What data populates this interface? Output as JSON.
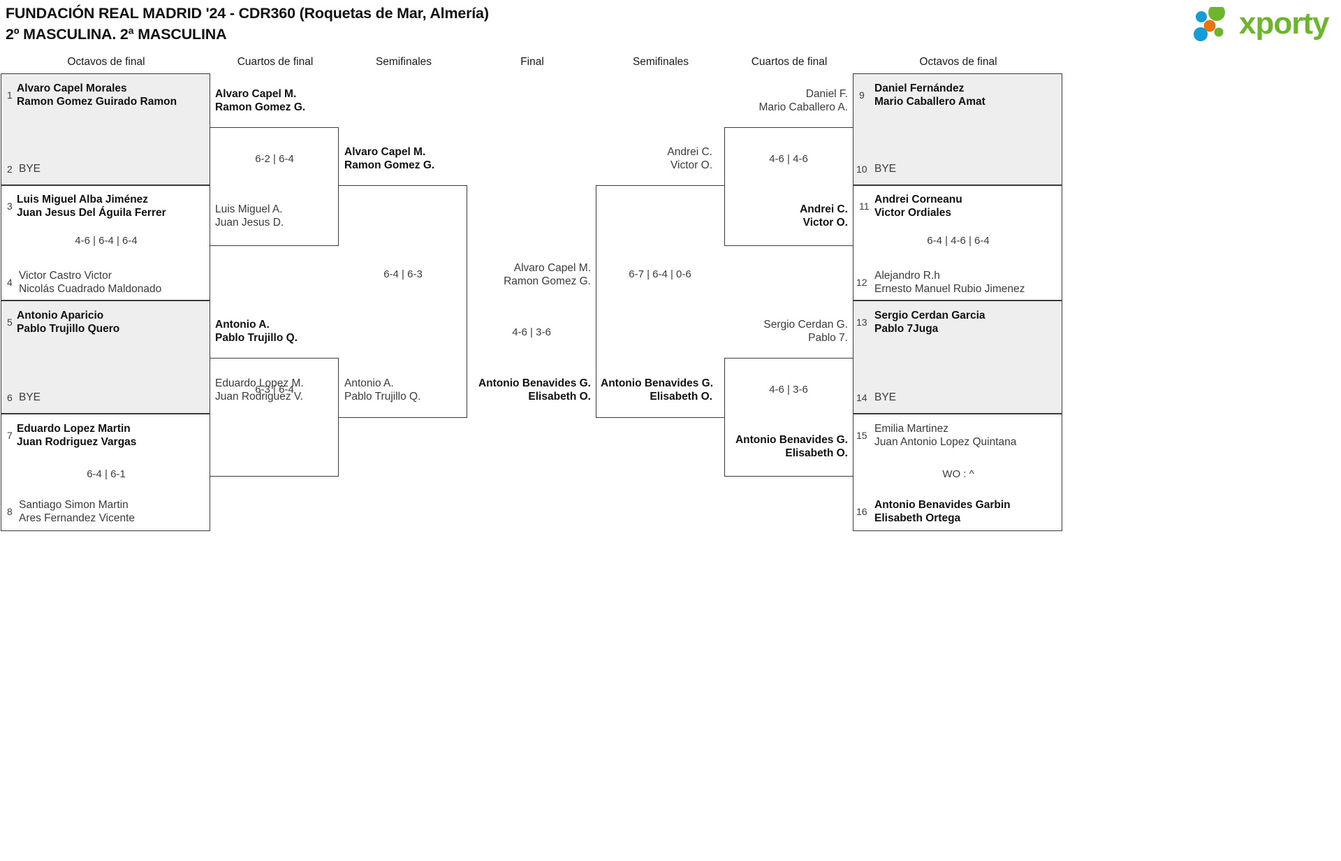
{
  "header": {
    "title_line1": "FUNDACIÓN REAL MADRID '24 - CDR360 (Roquetas de Mar, Almería)",
    "title_line2": "2º MASCULINA. 2ª MASCULINA",
    "logo_text": "xporty",
    "logo_colors": {
      "green": "#6cb52d",
      "blue": "#169bd7",
      "orange": "#e8750f"
    }
  },
  "round_headers": {
    "left_r16": "Octavos de final",
    "left_qf": "Cuartos de final",
    "left_sf": "Semifinales",
    "final": "Final",
    "right_sf": "Semifinales",
    "right_qf": "Cuartos de final",
    "right_r16": "Octavos de final"
  },
  "left": {
    "r16": [
      {
        "seed": "1",
        "line1": "Alvaro Capel Morales",
        "line2": "Ramon Gomez Guirado Ramon",
        "winner": true,
        "shaded": true
      },
      {
        "seed": "2",
        "line1": "BYE",
        "line2": "",
        "winner": false,
        "shaded": true
      },
      {
        "seed": "3",
        "line1": "Luis Miguel Alba Jiménez",
        "line2": "Juan Jesus Del Águila Ferrer",
        "winner": true,
        "shaded": false
      },
      {
        "seed": "4",
        "line1": "Victor Castro Victor",
        "line2": "Nicolás Cuadrado Maldonado",
        "winner": false,
        "shaded": false
      },
      {
        "seed": "5",
        "line1": "Antonio Aparicio",
        "line2": "Pablo Trujillo Quero",
        "winner": true,
        "shaded": true
      },
      {
        "seed": "6",
        "line1": "BYE",
        "line2": "",
        "winner": false,
        "shaded": true
      },
      {
        "seed": "7",
        "line1": "Eduardo Lopez Martin",
        "line2": "Juan Rodriguez Vargas",
        "winner": true,
        "shaded": false
      },
      {
        "seed": "8",
        "line1": "Santiago Simon Martin",
        "line2": "Ares Fernandez Vicente",
        "winner": false,
        "shaded": false
      }
    ],
    "r16_scores": [
      "",
      "4-6 | 6-4 | 6-4",
      "",
      "6-4 | 6-1"
    ],
    "qf": [
      {
        "line1": "Alvaro Capel M.",
        "line2": "Ramon Gomez G.",
        "winner": true
      },
      {
        "line1": "Luis Miguel A.",
        "line2": "Juan Jesus D.",
        "winner": false
      },
      {
        "line1": "Antonio A.",
        "line2": "Pablo Trujillo Q.",
        "winner": true
      },
      {
        "line1": "Eduardo Lopez M.",
        "line2": "Juan Rodriguez V.",
        "winner": false
      }
    ],
    "qf_scores": [
      "6-2 | 6-4",
      "6-3 | 6-4"
    ],
    "sf": [
      {
        "line1": "Alvaro Capel M.",
        "line2": "Ramon Gomez G.",
        "winner": true
      },
      {
        "line1": "Antonio A.",
        "line2": "Pablo Trujillo Q.",
        "winner": false
      }
    ],
    "sf_scores": [
      "6-4 | 6-3"
    ]
  },
  "final": {
    "top": {
      "line1": "Alvaro Capel M.",
      "line2": "Ramon Gomez G.",
      "winner": false
    },
    "bottom": {
      "line1": "Antonio Benavides G.",
      "line2": "Elisabeth O.",
      "winner": true
    },
    "score": "4-6 | 3-6"
  },
  "right": {
    "sf": [
      {
        "line1": "Andrei C.",
        "line2": "Victor O.",
        "winner": false
      },
      {
        "line1": "Antonio Benavides G.",
        "line2": "Elisabeth O.",
        "winner": true
      }
    ],
    "sf_scores": [
      "6-7 | 6-4 | 0-6"
    ],
    "qf": [
      {
        "line1": "Daniel F.",
        "line2": "Mario Caballero A.",
        "winner": false
      },
      {
        "line1": "Andrei C.",
        "line2": "Victor O.",
        "winner": true
      },
      {
        "line1": "Sergio Cerdan G.",
        "line2": "Pablo 7.",
        "winner": false
      },
      {
        "line1": "Antonio Benavides G.",
        "line2": "Elisabeth O.",
        "winner": true
      }
    ],
    "qf_scores": [
      "4-6 | 4-6",
      "4-6 | 3-6"
    ],
    "r16": [
      {
        "seed": "9",
        "line1": "Daniel Fernández",
        "line2": "Mario Caballero Amat",
        "winner": true,
        "shaded": true
      },
      {
        "seed": "10",
        "line1": "BYE",
        "line2": "",
        "winner": false,
        "shaded": true
      },
      {
        "seed": "11",
        "line1": "Andrei Corneanu",
        "line2": "Victor Ordiales",
        "winner": true,
        "shaded": false
      },
      {
        "seed": "12",
        "line1": "Alejandro R.h",
        "line2": "Ernesto Manuel Rubio Jimenez",
        "winner": false,
        "shaded": false
      },
      {
        "seed": "13",
        "line1": "Sergio Cerdan Garcia",
        "line2": "Pablo 7Juga",
        "winner": true,
        "shaded": true
      },
      {
        "seed": "14",
        "line1": "BYE",
        "line2": "",
        "winner": false,
        "shaded": true
      },
      {
        "seed": "15",
        "line1": "Emilia Martinez",
        "line2": "Juan Antonio Lopez Quintana",
        "winner": false,
        "shaded": false
      },
      {
        "seed": "16",
        "line1": "Antonio Benavides Garbin",
        "line2": "Elisabeth Ortega",
        "winner": true,
        "shaded": false
      }
    ],
    "r16_scores": [
      "",
      "6-4 | 4-6 | 6-4",
      "",
      "WO : ^"
    ]
  }
}
